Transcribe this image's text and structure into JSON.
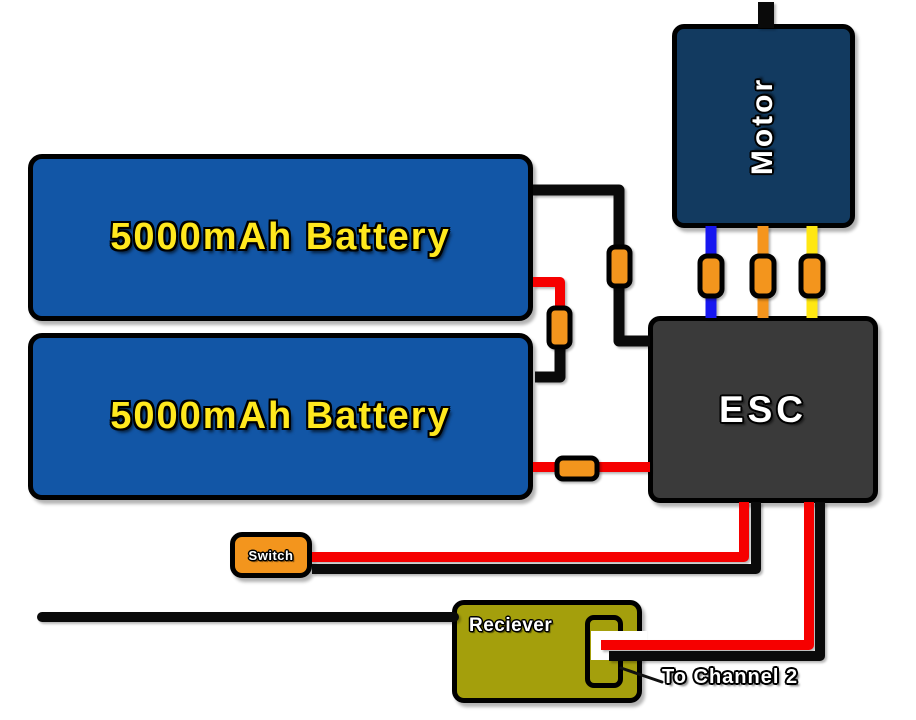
{
  "components": {
    "battery_top": {
      "label": "5000mAh Battery"
    },
    "battery_bottom": {
      "label": "5000mAh Battery"
    },
    "motor": {
      "label": "Motor"
    },
    "esc": {
      "label": "ESC"
    },
    "switch": {
      "label": "Switch"
    },
    "receiver": {
      "label": "Reciever"
    },
    "annotation": {
      "label": "To Channel 2"
    }
  },
  "colors": {
    "battery-fill": "#1256a6",
    "battery-text": "#ffe81e",
    "motor-fill": "#123a60",
    "esc-fill": "#3a3a3a",
    "switch-fill": "#f3951d",
    "receiver-fill": "#a49f0c",
    "connector-fill": "#f3951d",
    "wire-red": "#f60000",
    "wire-black": "#0a0a0a",
    "wire-blue": "#1717f0",
    "wire-orange": "#f5951d",
    "wire-yellow": "#ffe712",
    "label-text": "#ffffff"
  }
}
